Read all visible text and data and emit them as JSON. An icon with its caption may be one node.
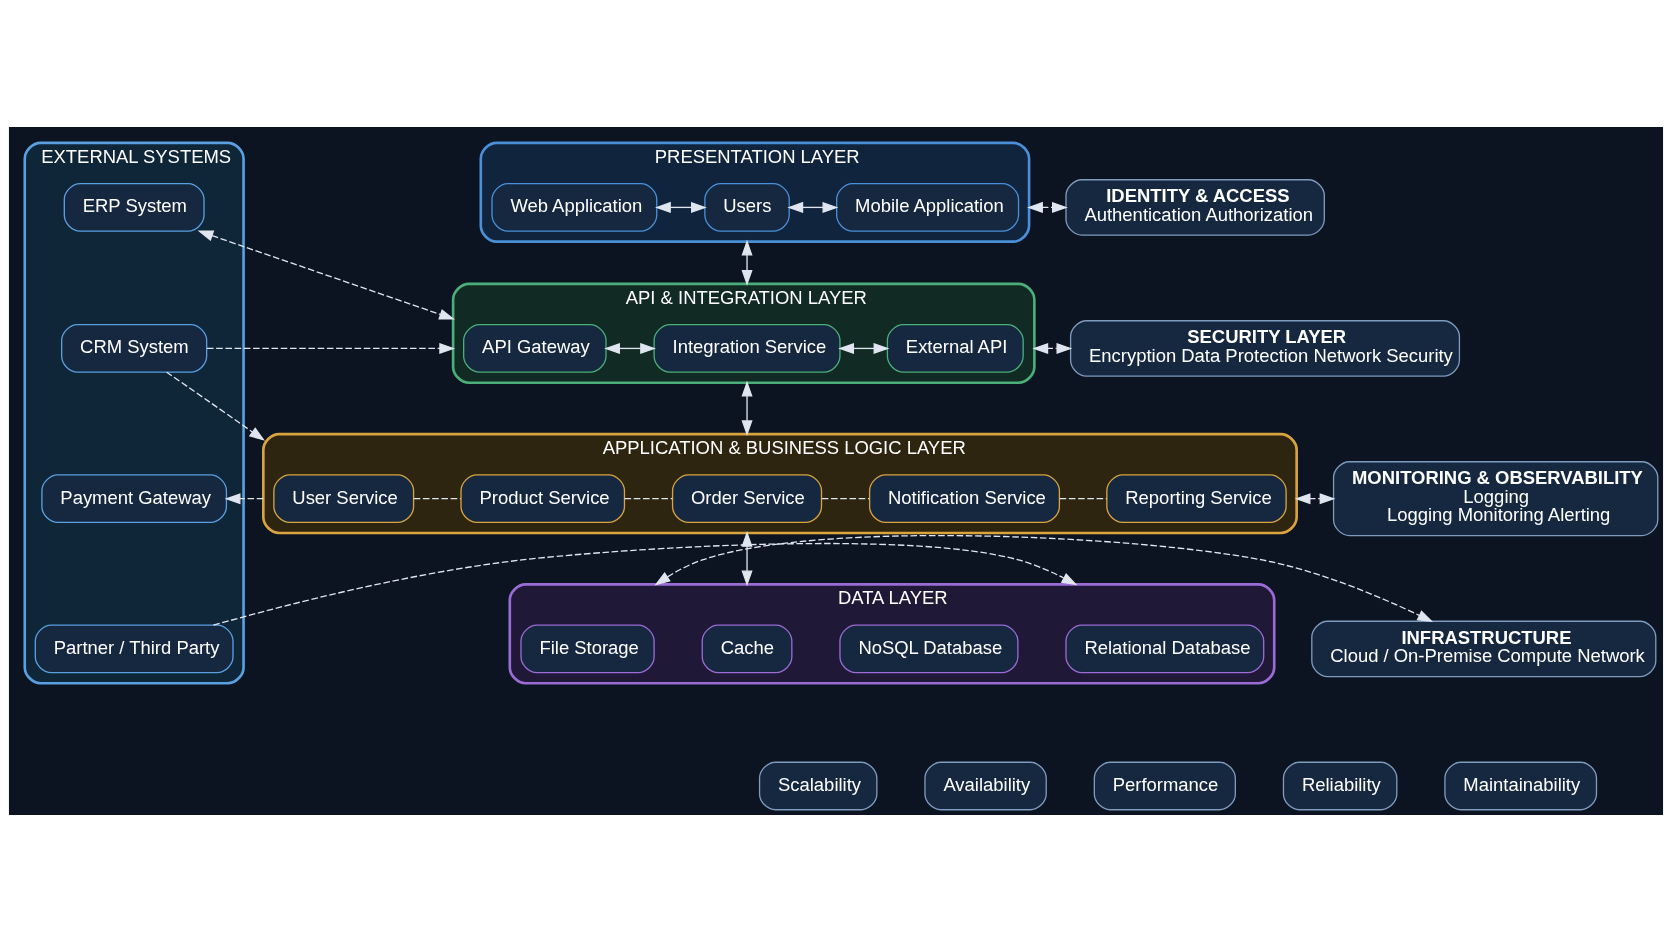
{
  "diagram": {
    "nodes": [
      {
        "text": [
          "PRESENTATION LAYER"
        ]
      },
      {
        "text": [
          "Web Application"
        ],
        "in": 0
      },
      {
        "text": [
          "Users"
        ],
        "in": 0
      },
      {
        "text": [
          "Mobile Application"
        ],
        "in": 0
      },
      {
        "text": [
          "API & INTEGRATION LAYER"
        ]
      },
      {
        "text": [
          "API Gateway"
        ],
        "in": 4
      },
      {
        "text": [
          "Integration Service"
        ],
        "in": 4
      },
      {
        "text": [
          "External API"
        ],
        "in": 4
      },
      {
        "text": [
          "APPLICATION & BUSINESS LOGIC LAYER"
        ]
      },
      {
        "text": [
          "User Service"
        ],
        "in": 8
      },
      {
        "text": [
          "Product Service"
        ],
        "in": 8
      },
      {
        "text": [
          "Order Service"
        ],
        "in": 8
      },
      {
        "text": [
          "Notification Service"
        ],
        "in": 8
      },
      {
        "text": [
          "Reporting Service"
        ],
        "in": 8
      },
      {
        "text": [
          "DATA LAYER"
        ]
      },
      {
        "text": [
          "Relational Database"
        ],
        "in": 14
      },
      {
        "text": [
          "NoSQL Database"
        ],
        "in": 14
      },
      {
        "text": [
          "Cache"
        ],
        "in": 14
      },
      {
        "text": [
          "File Storage"
        ],
        "in": 14
      },
      {
        "text": [
          "EXTERNAL SYSTEMS"
        ]
      },
      {
        "text": [
          "ERP System"
        ],
        "in": 19
      },
      {
        "text": [
          "CRM System"
        ],
        "in": 19
      },
      {
        "text": [
          "Payment Gateway"
        ],
        "in": 19
      },
      {
        "text": [
          "Partner / Third Party"
        ],
        "in": 19
      },
      {
        "text": [
          "IDENTITY & ACCESS",
          "Authentication Authorization"
        ]
      },
      {
        "text": [
          "SECURITY LAYER",
          "Encryption Data Protection Network Security"
        ]
      },
      {
        "text": [
          "MONITORING & OBSERVABILITY",
          "Logging",
          "Logging Monitoring Alerting"
        ]
      },
      {
        "text": [
          "INFRASTRUCTURE",
          "Cloud / On-Premise Compute Network"
        ]
      },
      {
        "text": [
          "Scalability"
        ]
      },
      {
        "text": [
          "Availability"
        ]
      },
      {
        "text": [
          "Performance"
        ]
      },
      {
        "text": [
          "Reliability"
        ]
      },
      {
        "text": [
          "Maintainability"
        ]
      }
    ],
    "edges": [
      {
        "from": 1,
        "to": 2,
        "arrow": "both"
      },
      {
        "from": 2,
        "to": 3,
        "arrow": "both"
      },
      {
        "from": 0,
        "to": 4,
        "arrow": "both"
      },
      {
        "from": 5,
        "to": 6,
        "arrow": "both"
      },
      {
        "from": 6,
        "to": 7,
        "arrow": "both"
      },
      {
        "from": 4,
        "to": 8,
        "arrow": "both"
      },
      {
        "from": 9,
        "to": 10,
        "arrow": "none",
        "style": "dashed"
      },
      {
        "from": 10,
        "to": 11,
        "arrow": "none",
        "style": "dashed"
      },
      {
        "from": 11,
        "to": 12,
        "arrow": "none",
        "style": "dashed"
      },
      {
        "from": 12,
        "to": 13,
        "arrow": "none",
        "style": "dashed"
      },
      {
        "from": 8,
        "to": 14,
        "arrow": "both"
      },
      {
        "from": 20,
        "to": 4,
        "arrow": "both",
        "style": "dashed"
      },
      {
        "from": 21,
        "to": 4,
        "arrow": "to",
        "style": "dashed"
      },
      {
        "from": 21,
        "to": 8,
        "arrow": "to",
        "style": "dashed"
      },
      {
        "from": 8,
        "to": 22,
        "arrow": "to",
        "style": "dashed"
      },
      {
        "from": 23,
        "to": 14,
        "arrow": "to",
        "style": "dashed"
      },
      {
        "from": 0,
        "to": 24,
        "arrow": "both",
        "style": "dashed"
      },
      {
        "from": 4,
        "to": 25,
        "arrow": "both",
        "style": "dashed"
      },
      {
        "from": 8,
        "to": 26,
        "arrow": "both",
        "style": "dashed"
      },
      {
        "from": 14,
        "to": 27,
        "arrow": "both",
        "style": "dashed"
      }
    ]
  }
}
